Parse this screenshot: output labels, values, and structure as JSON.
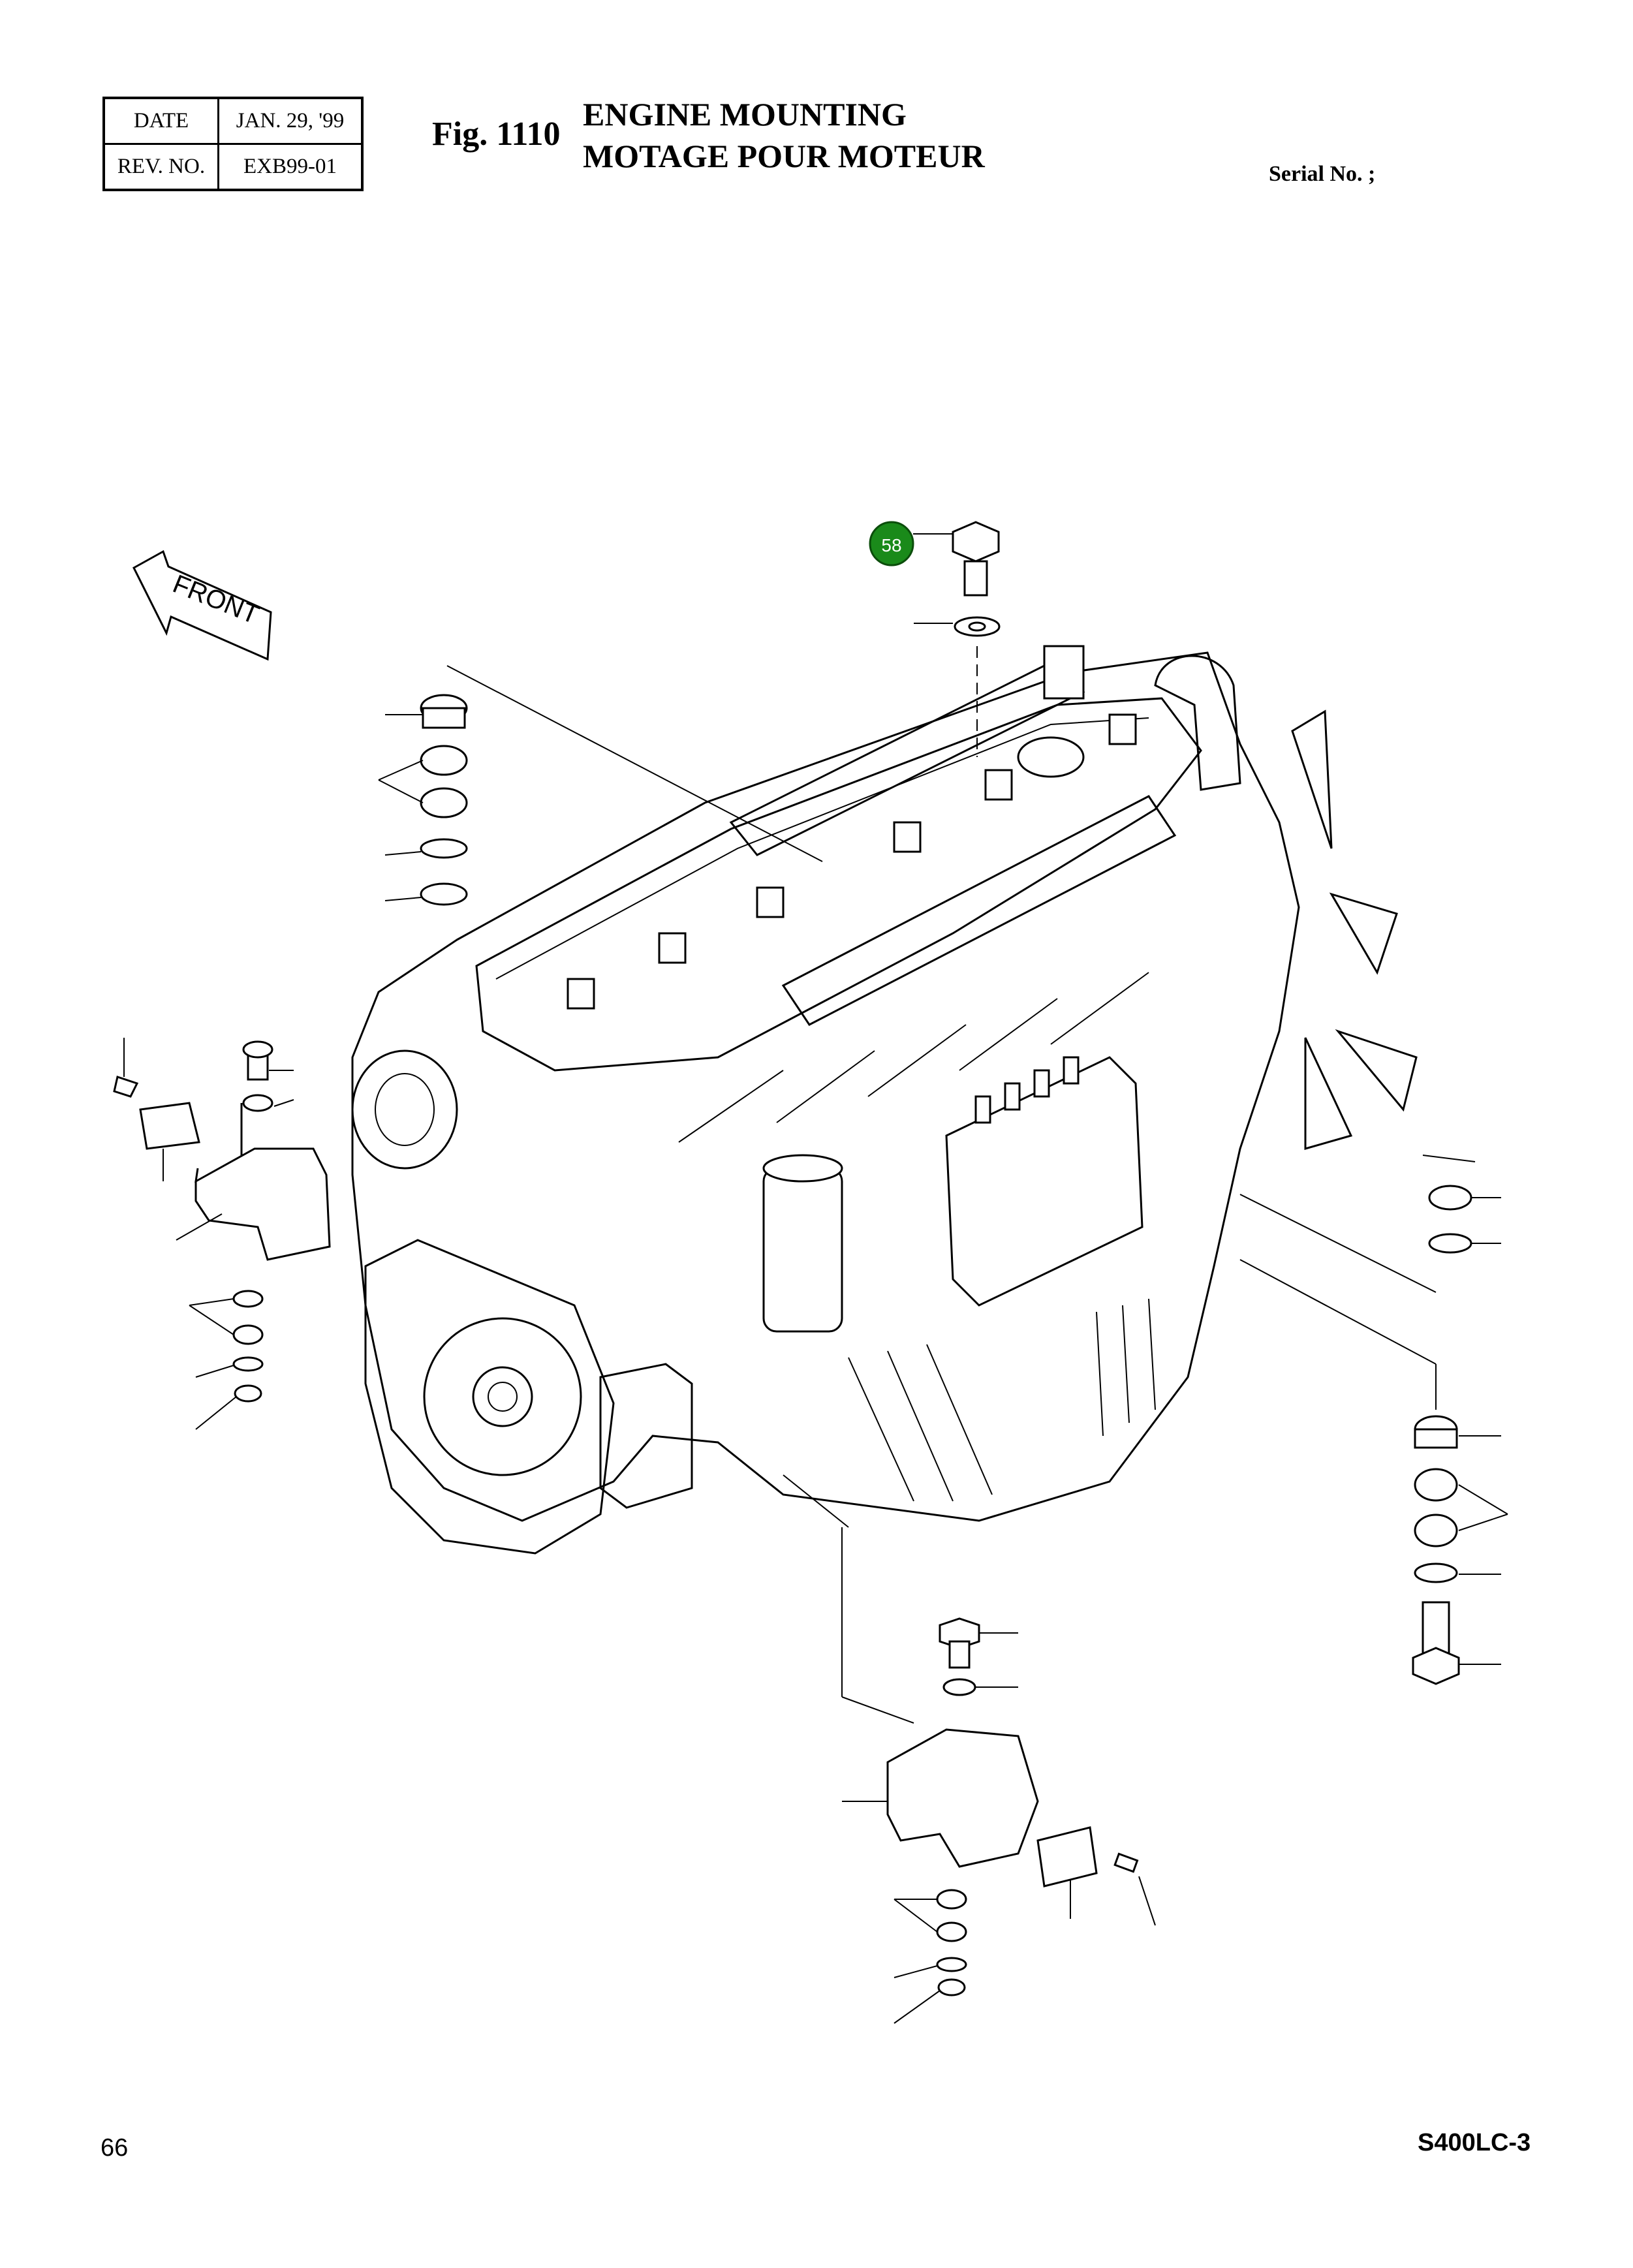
{
  "header": {
    "date_label": "DATE",
    "date_value": "JAN. 29, '99",
    "rev_label": "REV. NO.",
    "rev_value": "EXB99-01",
    "fig_label": "Fig. 1110",
    "title_en": "ENGINE MOUNTING",
    "title_fr": "MOTAGE POUR MOTEUR",
    "serial_label": "Serial No. ;"
  },
  "diagram": {
    "front_arrow_label": "FRONT",
    "callout_number": "58",
    "callout_color": "#1a8a1a"
  },
  "footer": {
    "page_number": "66",
    "model": "S400LC-3"
  }
}
